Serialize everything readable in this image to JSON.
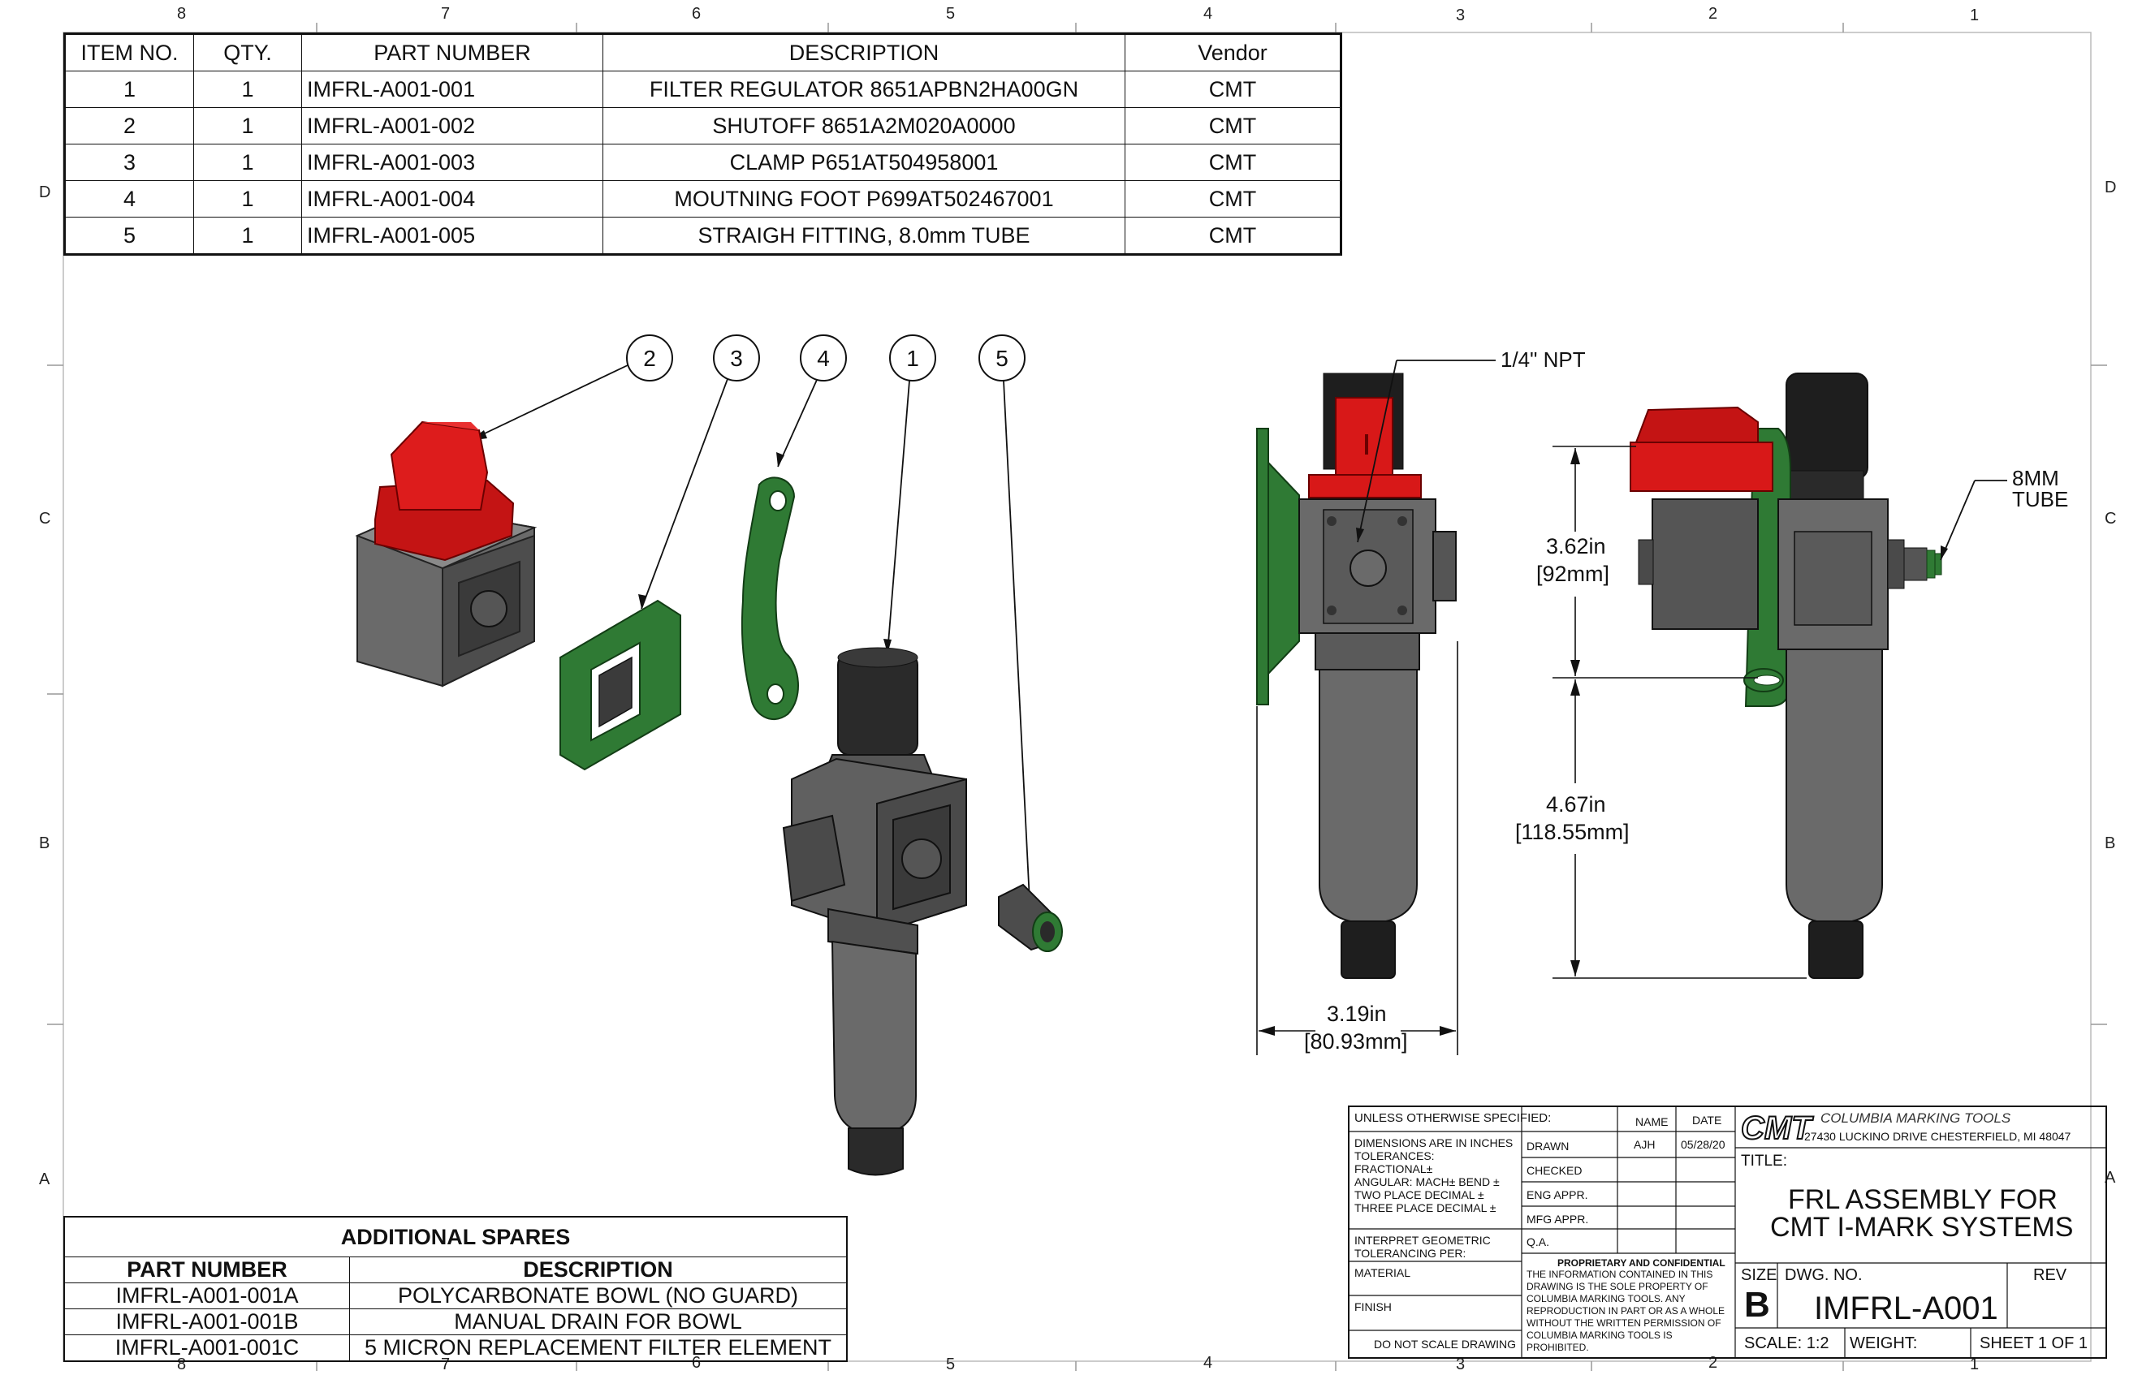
{
  "zones": {
    "top": [
      "8",
      "7",
      "6",
      "5",
      "4",
      "3",
      "2",
      "1"
    ],
    "side_left": [
      "D",
      "C",
      "B",
      "A"
    ],
    "side_right": [
      "D",
      "C",
      "B",
      "A"
    ]
  },
  "bom": {
    "headers": [
      "ITEM NO.",
      "QTY.",
      "PART NUMBER",
      "DESCRIPTION",
      "Vendor"
    ],
    "rows": [
      {
        "item": "1",
        "qty": "1",
        "part": "IMFRL-A001-001",
        "desc": "FILTER REGULATOR 8651APBN2HA00GN",
        "vendor": "CMT"
      },
      {
        "item": "2",
        "qty": "1",
        "part": "IMFRL-A001-002",
        "desc": "SHUTOFF 8651A2M020A0000",
        "vendor": "CMT"
      },
      {
        "item": "3",
        "qty": "1",
        "part": "IMFRL-A001-003",
        "desc": "CLAMP P651AT504958001",
        "vendor": "CMT"
      },
      {
        "item": "4",
        "qty": "1",
        "part": "IMFRL-A001-004",
        "desc": "MOUTNING FOOT P699AT502467001",
        "vendor": "CMT"
      },
      {
        "item": "5",
        "qty": "1",
        "part": "IMFRL-A001-005",
        "desc": "STRAIGH FITTING, 8.0mm TUBE",
        "vendor": "CMT"
      }
    ]
  },
  "balloons": [
    "2",
    "3",
    "4",
    "1",
    "5"
  ],
  "annotations": {
    "npt": "1/4\" NPT",
    "tube_line1": "8MM",
    "tube_line2": "TUBE",
    "dim_upper_in": "3.62in",
    "dim_upper_mm": "[92mm]",
    "dim_lower_in": "4.67in",
    "dim_lower_mm": "[118.55mm]",
    "dim_width_in": "3.19in",
    "dim_width_mm": "[80.93mm]"
  },
  "spares": {
    "title": "ADDITIONAL SPARES",
    "headers": [
      "PART NUMBER",
      "DESCRIPTION"
    ],
    "rows": [
      {
        "part": "IMFRL-A001-001A",
        "desc": "POLYCARBONATE BOWL (NO GUARD)"
      },
      {
        "part": "IMFRL-A001-001B",
        "desc": "MANUAL DRAIN FOR BOWL"
      },
      {
        "part": "IMFRL-A001-001C",
        "desc": "5 MICRON REPLACEMENT FILTER ELEMENT"
      }
    ]
  },
  "title_block": {
    "unless": "UNLESS OTHERWISE SPECIFIED:",
    "dims_line1": "DIMENSIONS ARE IN INCHES",
    "dims_line2": "TOLERANCES:",
    "dims_line3": "FRACTIONAL±",
    "dims_line4": "ANGULAR: MACH±    BEND ±",
    "dims_line5": "TWO PLACE DECIMAL   ±",
    "dims_line6": "THREE PLACE DECIMAL  ±",
    "geom_line1": "INTERPRET GEOMETRIC",
    "geom_line2": "TOLERANCING PER:",
    "material": "MATERIAL",
    "finish": "FINISH",
    "do_not_scale": "DO NOT SCALE DRAWING",
    "name_hdr": "NAME",
    "date_hdr": "DATE",
    "drawn": "DRAWN",
    "drawn_name": "AJH",
    "drawn_date": "05/28/20",
    "checked": "CHECKED",
    "eng_appr": "ENG APPR.",
    "mfg_appr": "MFG APPR.",
    "qa": "Q.A.",
    "prop_title": "PROPRIETARY AND CONFIDENTIAL",
    "prop_l1": "THE INFORMATION CONTAINED IN THIS",
    "prop_l2": "DRAWING IS THE SOLE PROPERTY OF",
    "prop_l3": "COLUMBIA MARKING TOOLS.  ANY",
    "prop_l4": "REPRODUCTION IN PART OR AS A WHOLE",
    "prop_l5": "WITHOUT THE WRITTEN PERMISSION OF",
    "prop_l6": "COLUMBIA MARKING TOOLS IS",
    "prop_l7": "PROHIBITED.",
    "logo_text": "CMT",
    "company": "COLUMBIA MARKING TOOLS",
    "address": "27430 LUCKINO DRIVE CHESTERFIELD, MI 48047",
    "title_label": "TITLE:",
    "title_line1": "FRL ASSEMBLY FOR",
    "title_line2": "CMT I-MARK SYSTEMS",
    "size_label": "SIZE",
    "size_value": "B",
    "dwg_label": "DWG.  NO.",
    "dwg_value": "IMFRL-A001",
    "rev_label": "REV",
    "scale": "SCALE: 1:2",
    "weight": "WEIGHT:",
    "sheet": "SHEET 1 OF 1"
  },
  "colors": {
    "red": "#d81818",
    "dark_red": "#a80e0e",
    "green": "#2f7a34",
    "dark_green": "#1e5a22",
    "gray": "#5a5a5a",
    "dark_gray": "#3c3c3c",
    "black": "#1a1a1a"
  }
}
